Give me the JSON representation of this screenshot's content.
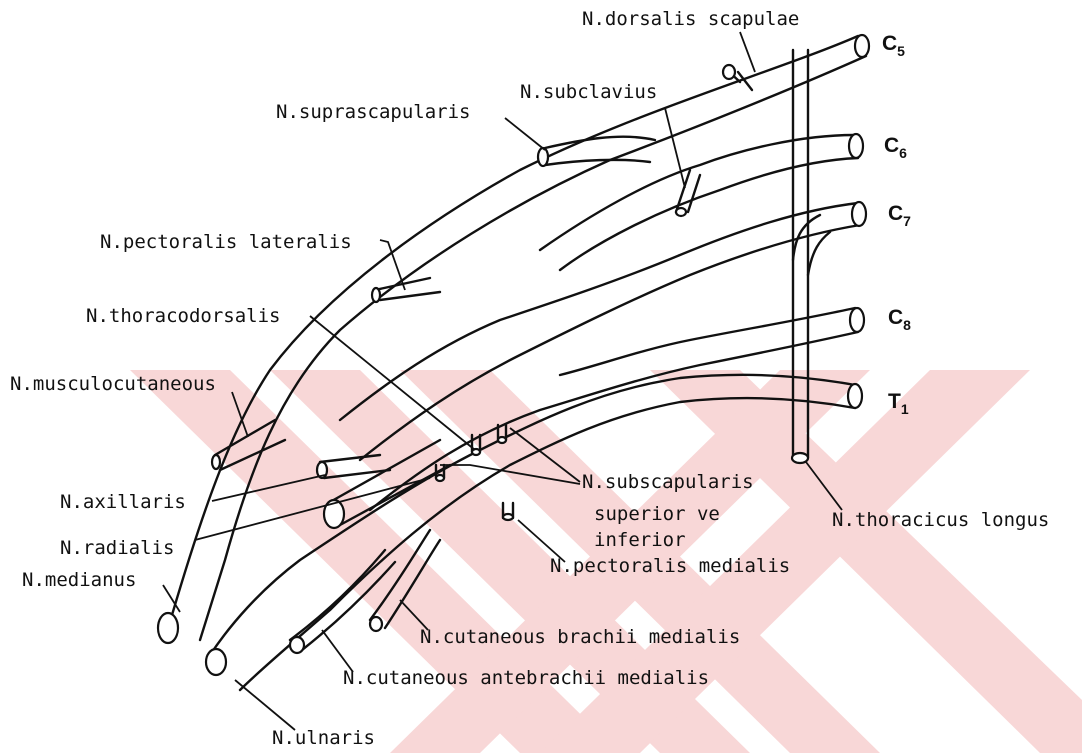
{
  "watermark_color": "#f8d7d7",
  "roots": [
    {
      "letter": "C",
      "number": "5"
    },
    {
      "letter": "C",
      "number": "6"
    },
    {
      "letter": "C",
      "number": "7"
    },
    {
      "letter": "C",
      "number": "8"
    },
    {
      "letter": "T",
      "number": "1"
    }
  ],
  "labels": {
    "dorsalis_scapulae": "N.dorsalis scapulae",
    "subclavius": "N.subclavius",
    "suprascapularis": "N.suprascapularis",
    "pectoralis_lateralis": "N.pectoralis lateralis",
    "thoracodorsalis": "N.thoracodorsalis",
    "musculocutaneous": "N.musculocutaneous",
    "axillaris": "N.axillaris",
    "radialis": "N.radialis",
    "medianus": "N.medianus",
    "subscapularis_1": "N.subscapularis",
    "subscapularis_2": "superior ve",
    "subscapularis_3": "inferior",
    "pectoralis_medialis": "N.pectoralis medialis",
    "thoracicus_longus": "N.thoracicus longus",
    "cutaneous_brachii": "N.cutaneous brachii medialis",
    "cutaneous_antebrachii": "N.cutaneous antebrachii medialis",
    "ulnaris": "N.ulnaris"
  }
}
